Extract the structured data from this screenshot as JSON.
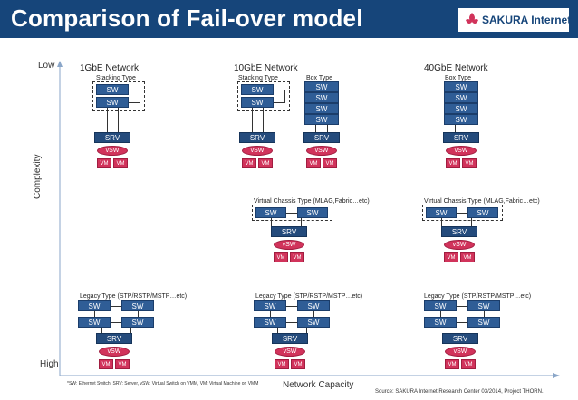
{
  "header": {
    "title": "Comparison of Fail-over model",
    "logo_text": "SAKURA Internet"
  },
  "axes": {
    "low": "Low",
    "high": "High",
    "vertical": "Complexity",
    "horizontal": "Network Capacity"
  },
  "networks": {
    "n1": "1GbE Network",
    "n10": "10GbE Network",
    "n40": "40GbE Network"
  },
  "types": {
    "stacking": "Stacking Type",
    "box": "Box Type",
    "virtual_chassis": "Virtual Chassis Type (MLAG,Fabric…etc)",
    "legacy": "Legacy Type (STP/RSTP/MSTP…etc)"
  },
  "nodes": {
    "sw": "SW",
    "srv": "SRV",
    "vsw": "vSW",
    "vm": "VM"
  },
  "footnote": "*SW: Ethernet Switch, SRV: Server, vSW: Virtual Switch on VMM, VM: Virtual Machine on VMM",
  "source": "Source: SAKURA Internet Research Center 03/2014, Project THORN."
}
